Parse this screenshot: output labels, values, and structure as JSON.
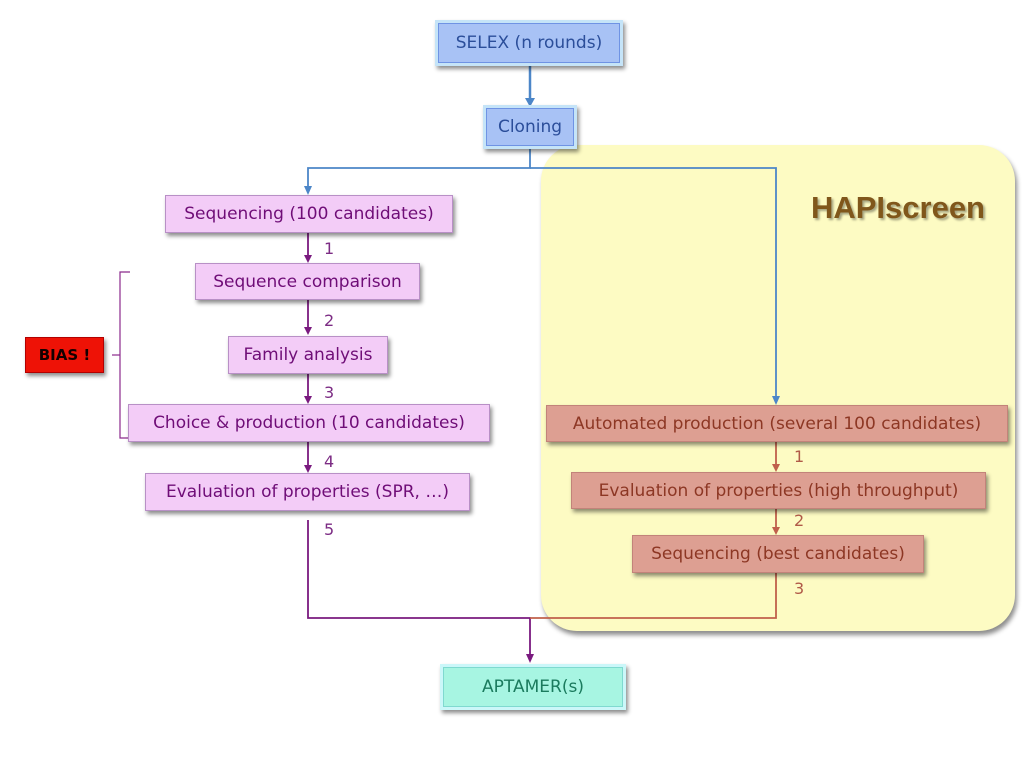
{
  "panel": {
    "title": "HAPIscreen"
  },
  "nodes": {
    "selex": "SELEX (n rounds)",
    "cloning": "Cloning",
    "sequencing_100": "Sequencing (100 candidates)",
    "sequence_comparison": "Sequence comparison",
    "family_analysis": "Family analysis",
    "choice_production": "Choice & production (10 candidates)",
    "evaluation_spr": "Evaluation of properties (SPR, …)",
    "automated_production": "Automated production (several 100 candidates)",
    "evaluation_high_throughput": "Evaluation of properties (high throughput)",
    "sequencing_best": "Sequencing (best candidates)",
    "aptamers": "APTAMER(s)",
    "bias": "BIAS !"
  },
  "left_steps": [
    "1",
    "2",
    "3",
    "4",
    "5"
  ],
  "right_steps": [
    "1",
    "2",
    "3"
  ],
  "colors": {
    "blue_arrow": "#4c86c8",
    "purple_arrow": "#7a1a7f",
    "salmon_arrow": "#c0604b",
    "panel_background": "#fdfbc3",
    "panel_title": "#80571b",
    "bias_box": "#ee1206"
  }
}
